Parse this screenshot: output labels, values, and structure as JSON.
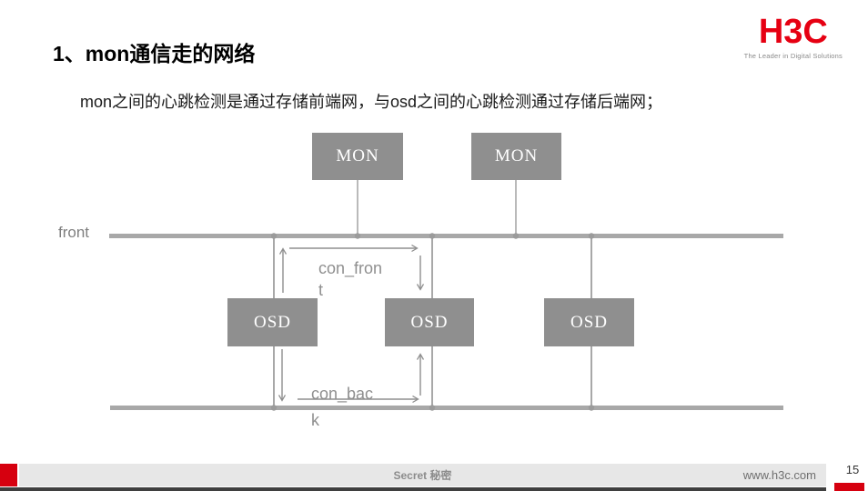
{
  "slide": {
    "title": "1、mon通信走的网络",
    "body": "mon之间的心跳检测是通过存储前端网，与osd之间的心跳检测通过存储后端网；"
  },
  "logo": {
    "text": "H3C",
    "tagline": "The Leader in Digital Solutions",
    "brand_color": "#e60012"
  },
  "diagram": {
    "front_network_label": "front",
    "mon_boxes": [
      "MON",
      "MON"
    ],
    "osd_boxes": [
      "OSD",
      "OSD",
      "OSD"
    ],
    "con_front": {
      "label": "con_front",
      "lines": [
        "con_fron",
        "t"
      ]
    },
    "con_back": {
      "label": "con_back",
      "lines": [
        "con_bac",
        "k"
      ]
    },
    "colors": {
      "node_fill": "#8f8f8f",
      "node_text": "#ffffff",
      "bus_line": "#a8a8a8",
      "arrow": "#8f8f8f"
    }
  },
  "footer": {
    "classification": "Secret 秘密",
    "website": "www.h3c.com",
    "page_number": "15",
    "accent_color": "#d6000f"
  }
}
